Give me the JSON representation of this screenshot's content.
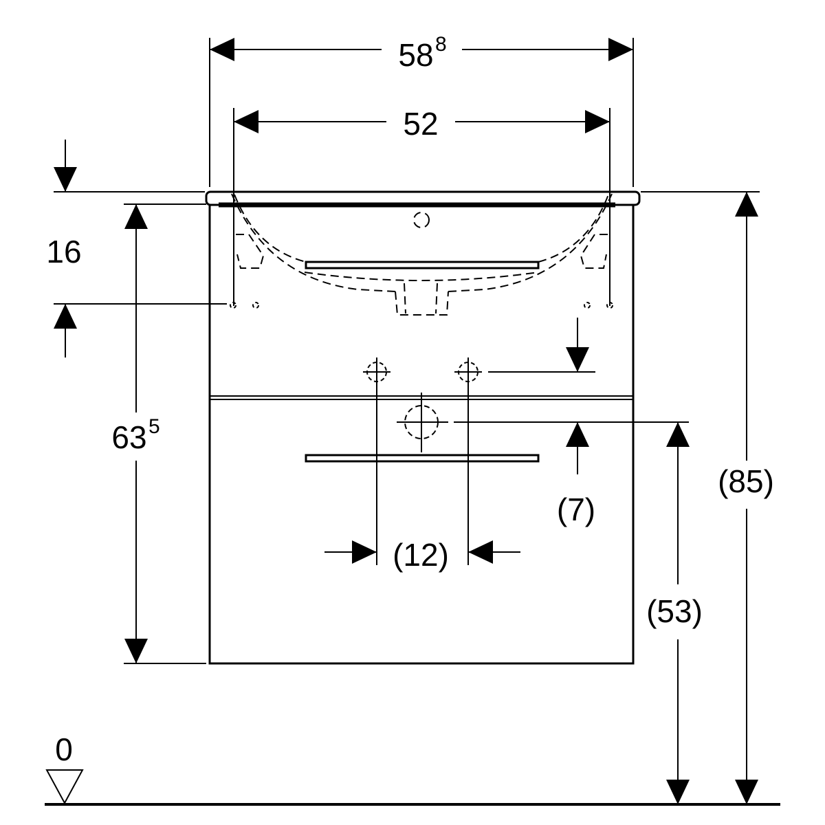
{
  "drawing": {
    "line_color": "#000000",
    "background": "#ffffff",
    "dimensions": {
      "overall_width": {
        "main": "58",
        "sup": "8"
      },
      "basin_width": "52",
      "top_thickness": "16",
      "cabinet_height": {
        "main": "63",
        "sup": "5"
      },
      "overall_height": "(85)",
      "drain_height": "(53)",
      "tap_offset": "(7)",
      "tap_spacing": "(12)",
      "floor_level": "0"
    }
  }
}
